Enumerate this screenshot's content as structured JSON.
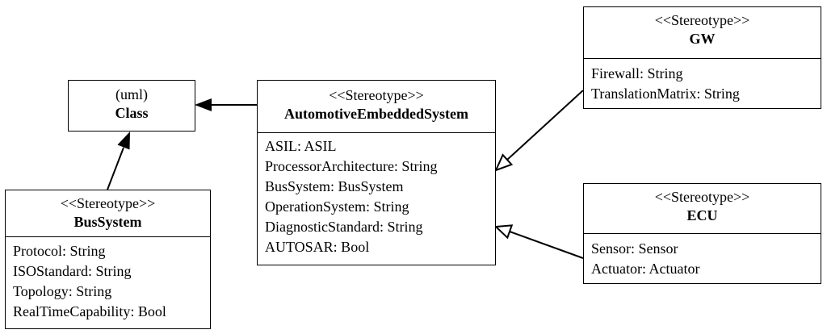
{
  "classes": {
    "uml_class": {
      "stereotype": "(uml)",
      "name": "Class",
      "attributes": []
    },
    "automotive": {
      "stereotype": "<<Stereotype>>",
      "name": "AutomotiveEmbeddedSystem",
      "attributes": [
        "ASIL: ASIL",
        "ProcessorArchitecture: String",
        "BusSystem: BusSystem",
        "OperationSystem: String",
        "DiagnosticStandard: String",
        "AUTOSAR: Bool"
      ]
    },
    "bussystem": {
      "stereotype": "<<Stereotype>>",
      "name": "BusSystem",
      "attributes": [
        "Protocol: String",
        "ISOStandard: String",
        "Topology: String",
        "RealTimeCapability: Bool"
      ]
    },
    "gw": {
      "stereotype": "<<Stereotype>>",
      "name": "GW",
      "attributes": [
        "Firewall: String",
        "TranslationMatrix: String"
      ]
    },
    "ecu": {
      "stereotype": "<<Stereotype>>",
      "name": "ECU",
      "attributes": [
        "Sensor: Sensor",
        "Actuator: Actuator"
      ]
    }
  },
  "relations": [
    {
      "from": "automotive",
      "to": "uml_class",
      "type": "extension"
    },
    {
      "from": "bussystem",
      "to": "uml_class",
      "type": "extension"
    },
    {
      "from": "gw",
      "to": "automotive",
      "type": "generalization"
    },
    {
      "from": "ecu",
      "to": "automotive",
      "type": "generalization"
    }
  ],
  "colors": {
    "line": "#000000",
    "background": "#ffffff"
  }
}
